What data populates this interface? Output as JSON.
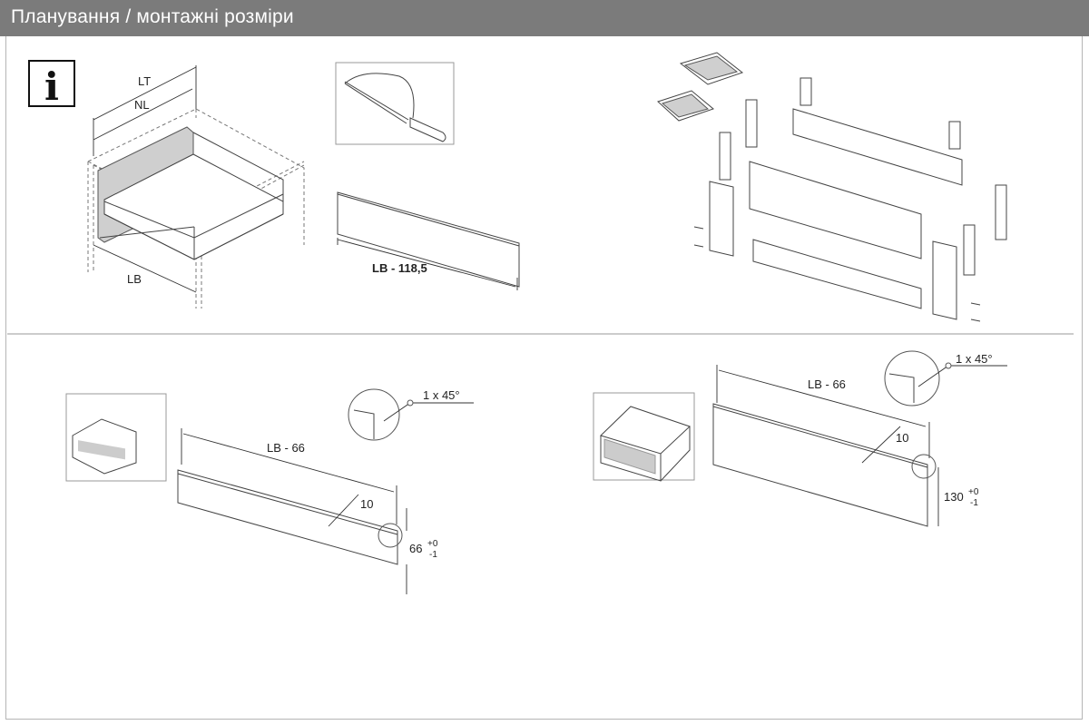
{
  "header": {
    "title": "Планування / монтажні розміри"
  },
  "colors": {
    "header_bg": "#7b7b7b",
    "header_text": "#ffffff"
  },
  "icons": {
    "info": "info-icon",
    "saw": "hacksaw-icon"
  },
  "section_top": {
    "info_symbol": "i",
    "drawer_dims": {
      "lt": "LT",
      "nl": "NL",
      "lb": "LB"
    },
    "back_rail_dim": "LB - 118,5"
  },
  "section_bottom_left": {
    "length_dim": "LB - 66",
    "thickness_dim": "10",
    "chamfer": "1 x 45°",
    "height": "66",
    "tol_plus": "+0",
    "tol_minus": "-1"
  },
  "section_bottom_right": {
    "length_dim": "LB - 66",
    "thickness_dim": "10",
    "chamfer": "1 x 45°",
    "height": "130",
    "tol_plus": "+0",
    "tol_minus": "-1"
  }
}
